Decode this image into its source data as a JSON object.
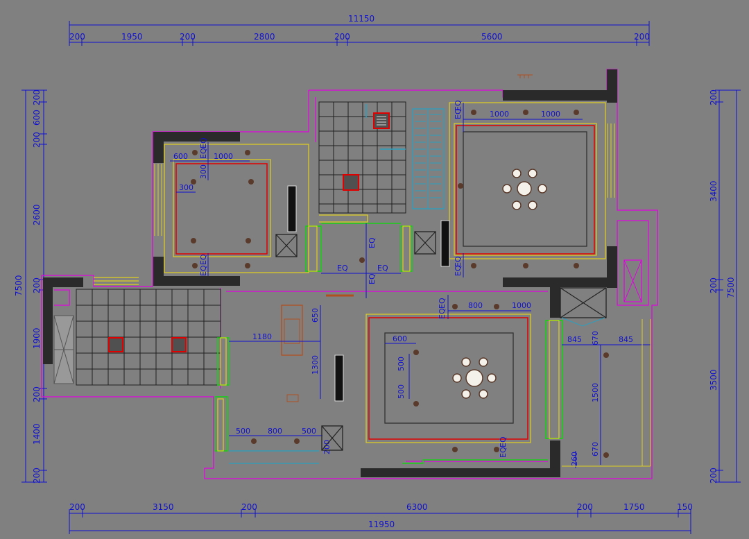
{
  "dimensions": {
    "top_total": "11150",
    "top": [
      "200",
      "1950",
      "200",
      "2800",
      "200",
      "5600",
      "200"
    ],
    "bottom_total": "11950",
    "bottom": [
      "200",
      "3150",
      "200",
      "6300",
      "200",
      "1750",
      "150"
    ],
    "left_total": "7500",
    "left": [
      "200",
      "600",
      "200",
      "2600",
      "200",
      "1900",
      "200",
      "1400",
      "200"
    ],
    "right_total": "7500",
    "right": [
      "200",
      "3400",
      "200",
      "3500",
      "200"
    ]
  },
  "annotations": {
    "bedroom2": [
      "600",
      "EQ",
      "EQ",
      "1000",
      "300",
      "300",
      "EQ",
      "EQ"
    ],
    "master": [
      "1000",
      "1000",
      "EQ",
      "EQ",
      "EQ",
      "EQ"
    ],
    "hall": [
      "EQ",
      "EQ",
      "EQ",
      "EQ"
    ],
    "living": [
      "1180",
      "650",
      "1300",
      "500",
      "800",
      "500",
      "200"
    ],
    "dining": [
      "EQ",
      "EQ",
      "800",
      "1000",
      "600",
      "500",
      "500",
      "EQ",
      "EQ"
    ],
    "right_room": [
      "845",
      "670",
      "845",
      "1500",
      "670",
      "260"
    ]
  }
}
